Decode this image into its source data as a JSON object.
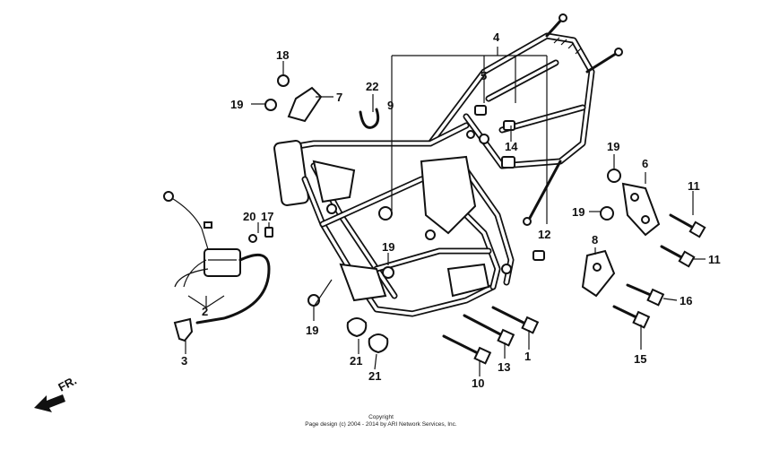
{
  "diagram": {
    "callouts": [
      {
        "label": "1"
      },
      {
        "label": "2"
      },
      {
        "label": "3"
      },
      {
        "label": "4"
      },
      {
        "label": "5"
      },
      {
        "label": "6"
      },
      {
        "label": "7"
      },
      {
        "label": "8"
      },
      {
        "label": "9"
      },
      {
        "label": "10"
      },
      {
        "label": "11"
      },
      {
        "label": "11"
      },
      {
        "label": "12"
      },
      {
        "label": "13"
      },
      {
        "label": "14"
      },
      {
        "label": "15"
      },
      {
        "label": "16"
      },
      {
        "label": "17"
      },
      {
        "label": "18"
      },
      {
        "label": "19"
      },
      {
        "label": "19"
      },
      {
        "label": "19"
      },
      {
        "label": "19"
      },
      {
        "label": "19"
      },
      {
        "label": "20"
      },
      {
        "label": "21"
      },
      {
        "label": "21"
      },
      {
        "label": "22"
      }
    ],
    "direction_label": "FR."
  },
  "footer": {
    "line1": "Copyright",
    "line2": "Page design (c) 2004 - 2014 by ARI Network Services, Inc."
  }
}
